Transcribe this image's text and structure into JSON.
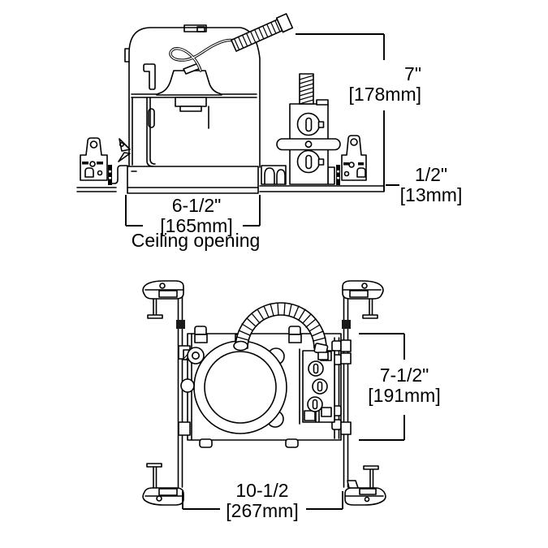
{
  "page": {
    "background": "#ffffff",
    "line_color": "#000000"
  },
  "diagram": {
    "type": "recessed-light-housing-dimensional-drawing",
    "views": [
      "side-elevation",
      "plan-view"
    ]
  },
  "dimensions": {
    "height": {
      "inches": "7\"",
      "mm": "[178mm]"
    },
    "below_ceiling": {
      "inches": "1/2\"",
      "mm": "[13mm]"
    },
    "ceiling_opening": {
      "inches": "6-1/2\"",
      "mm": "[165mm]",
      "caption": "Ceiling opening"
    },
    "plan_height": {
      "inches": "7-1/2\"",
      "mm": "[191mm]"
    },
    "plan_width": {
      "inches": "10-1/2",
      "mm": "[267mm]"
    }
  }
}
